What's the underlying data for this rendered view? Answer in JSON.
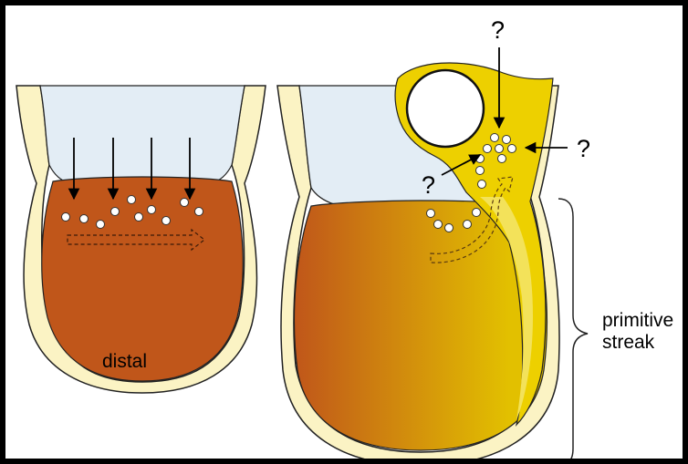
{
  "labels": {
    "distal": "distal",
    "primitive": "primitive",
    "streak": "streak",
    "question_mark": "?"
  },
  "colors": {
    "frame": "#000000",
    "background": "#ffffff",
    "cavity": "#e3edf5",
    "outer_layer": "#fbf3c4",
    "distal_fill": "#c0561a",
    "gradient_start": "#c0561a",
    "gradient_end": "#e2c000",
    "highlight_yellow": "#edd000",
    "cells": "#ffffff",
    "arrows": "#000000"
  },
  "icons": {
    "downward_arrows": "arrow-down-icon",
    "flow_arrow": "dashed-arrow-icon",
    "bracket": "curly-brace-icon"
  }
}
